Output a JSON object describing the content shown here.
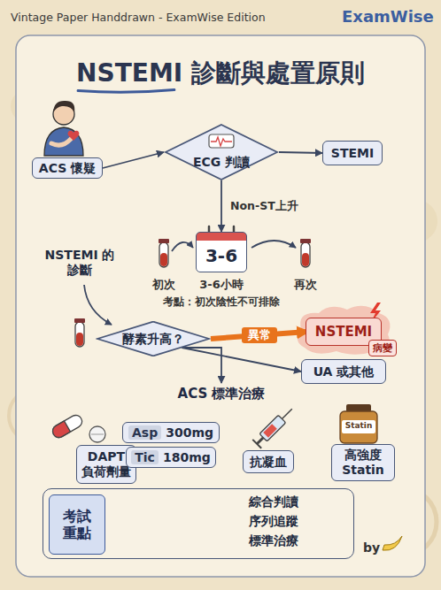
{
  "diagram": {
    "title": "NSTEMI 診斷與處置原則",
    "nodes": [
      {
        "text": [
          "ACS 懷疑"
        ]
      },
      {
        "text": [
          "ECG 判讀"
        ]
      },
      {
        "text": [
          "STEMI"
        ]
      },
      {
        "text": [
          "3-6"
        ]
      },
      {
        "text": [
          "酵素升高？"
        ]
      },
      {
        "text": [
          "NSTEMI",
          "病變"
        ]
      },
      {
        "text": [
          "UA 或其他"
        ]
      },
      {
        "text": [
          "ACS 標準治療"
        ]
      },
      {
        "text": [
          "DAPT 負荷劑量"
        ]
      },
      {
        "text": [
          "Asp",
          "300mg"
        ]
      },
      {
        "text": [
          "Tic",
          "180mg"
        ]
      },
      {
        "text": [
          "抗凝血"
        ]
      },
      {
        "text": [
          "高強度 Statin"
        ]
      },
      {
        "text": [
          "綜合判讀",
          "序列追蹤",
          "標準治療"
        ]
      },
      {
        "text": [
          "考試重點"
        ],
        "in": 13
      }
    ],
    "edges": [
      {
        "from": 0,
        "to": 1,
        "arrow": "to"
      },
      {
        "from": 1,
        "to": 2,
        "arrow": "to"
      },
      {
        "from": 1,
        "to": 3,
        "arrow": "to",
        "label": "Non-ST上升"
      },
      {
        "from": 4,
        "to": 5,
        "arrow": "to",
        "label": "異常"
      },
      {
        "from": 4,
        "to": 6,
        "arrow": "to"
      },
      {
        "from": 4,
        "to": 7,
        "arrow": "to"
      }
    ],
    "labels": [
      "Vintage Paper Handdrawn - ExamWise Edition",
      "ExamWise",
      "NSTEMI 的診斷",
      "初次",
      "3-6小時",
      "再次",
      "考點：初次陰性不可排除",
      "Statin",
      "by"
    ]
  }
}
